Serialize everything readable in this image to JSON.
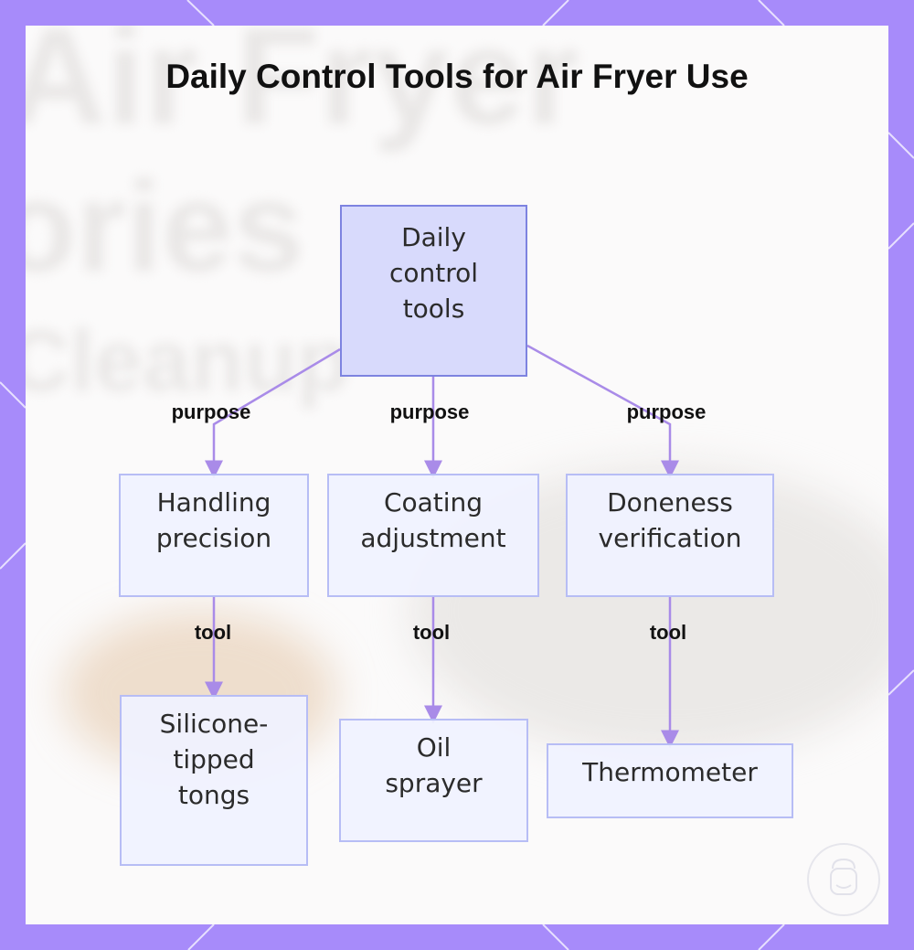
{
  "background": {
    "words": [
      "Air Fryer",
      "ories",
      "Cleanup"
    ]
  },
  "title": "Daily Control Tools for Air Fryer Use",
  "nodes": {
    "root": "Daily\ncontrol\ntools",
    "handling": "Handling\nprecision",
    "coating": "Coating\nadjustment",
    "doneness": "Doneness\nverification",
    "tongs": "Silicone-\ntipped\ntongs",
    "sprayer": "Oil\nsprayer",
    "thermometer": "Thermometer"
  },
  "edges": {
    "purpose_1": "purpose",
    "purpose_2": "purpose",
    "purpose_3": "purpose",
    "tool_1": "tool",
    "tool_2": "tool",
    "tool_3": "tool"
  },
  "colors": {
    "frame": "#a78bfa",
    "edge": "#a98be8",
    "node_border": "#b7bdf5",
    "root_fill": "#d8dafc"
  },
  "logo_icon": "chef-mascot-icon"
}
